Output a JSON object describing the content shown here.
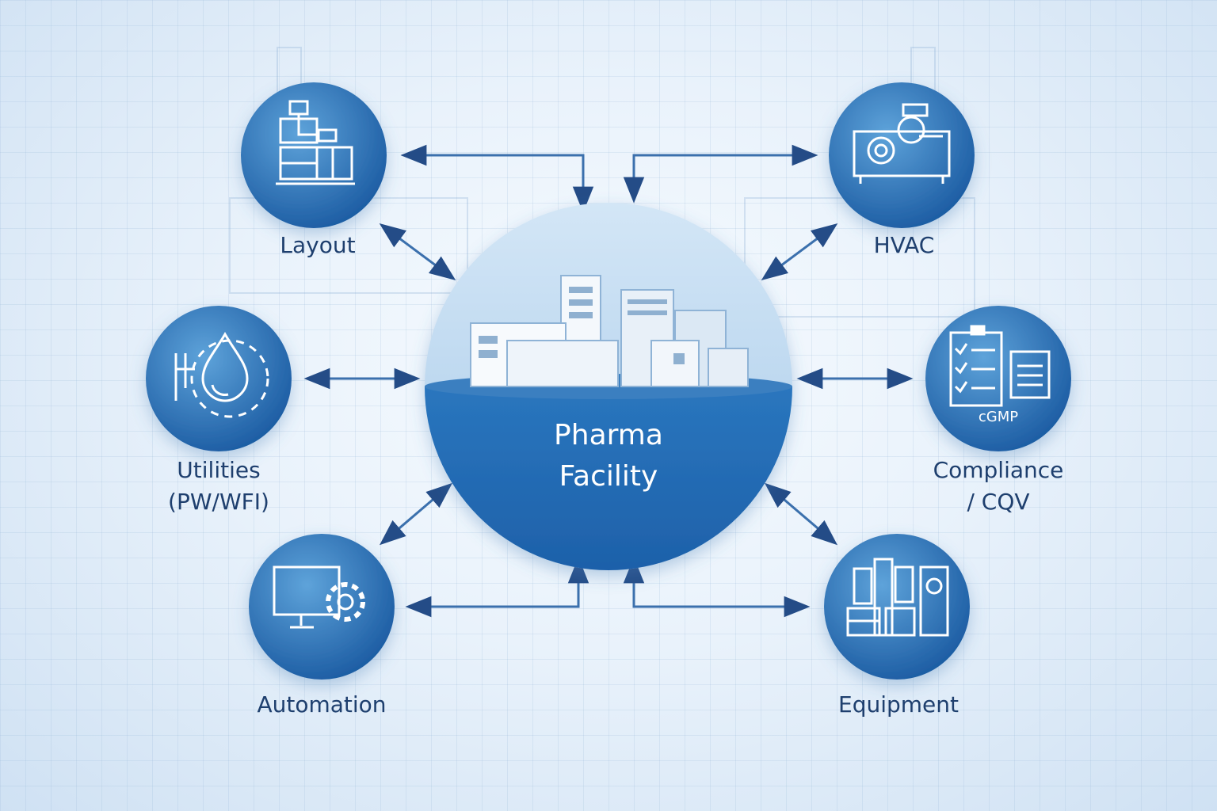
{
  "center": {
    "title_line1": "Pharma",
    "title_line2": "Facility",
    "icon": "pharma-facility-buildings-icon"
  },
  "nodes": [
    {
      "id": "layout",
      "label": "Layout",
      "icon": "floor-plan-icon"
    },
    {
      "id": "hvac",
      "label": "HVAC",
      "icon": "hvac-unit-icon"
    },
    {
      "id": "utilities",
      "label_line1": "Utilities",
      "label_line2": "(PW/WFI)",
      "icon": "water-drop-gear-icon"
    },
    {
      "id": "compliance",
      "label_line1": "Compliance",
      "label_line2": "/ CQV",
      "icon": "checklist-clipboard-icon",
      "badge": "cGMP"
    },
    {
      "id": "automation",
      "label": "Automation",
      "icon": "monitor-gear-icon"
    },
    {
      "id": "equipment",
      "label": "Equipment",
      "icon": "process-equipment-icon"
    }
  ],
  "colors": {
    "node_fill_light": "#4f97d2",
    "node_fill_dark": "#1d5fa6",
    "arrow": "#244c87",
    "label_text": "#1e3f6e",
    "center_top": "#bcd7ef",
    "center_bottom": "#2167ae"
  }
}
